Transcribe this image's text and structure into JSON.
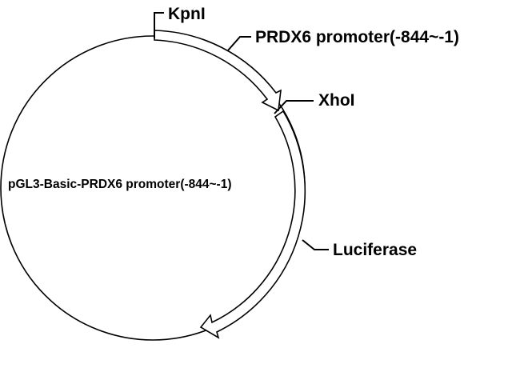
{
  "plasmid": {
    "name": "pGL3-Basic-PRDX6 promoter(-844~-1)"
  },
  "sites": {
    "kpni": "KpnI",
    "xhoi": "XhoI"
  },
  "features": {
    "promoter": "PRDX6 promoter(-844~-1)",
    "luciferase": "Luciferase"
  },
  "colors": {
    "stroke": "#000000",
    "fill": "#ffffff"
  }
}
